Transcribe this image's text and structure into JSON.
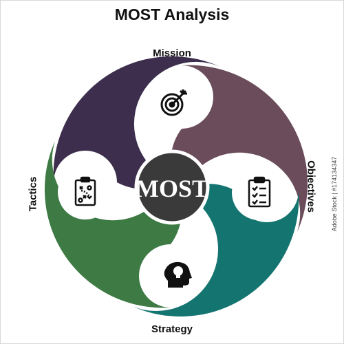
{
  "title": "MOST Analysis",
  "center_label": "MOST",
  "labels": {
    "mission": "Mission",
    "objectives": "Objectives",
    "strategy": "Strategy",
    "tactics": "Tactics"
  },
  "stock_id": "Adobe Stock | #174134347",
  "segments": [
    {
      "key": "mission",
      "color": "#3c2e4c",
      "icon": "target-icon"
    },
    {
      "key": "objectives",
      "color": "#6a4c5b",
      "icon": "clipboard-checklist-icon"
    },
    {
      "key": "strategy",
      "color": "#147470",
      "icon": "head-lightbulb-icon"
    },
    {
      "key": "tactics",
      "color": "#3d7a44",
      "icon": "strategy-board-icon"
    }
  ],
  "colors": {
    "center": "#3a3a3a",
    "center_text": "#ffffff",
    "icon_bg": "#ffffff",
    "icon_fg": "#111111"
  }
}
